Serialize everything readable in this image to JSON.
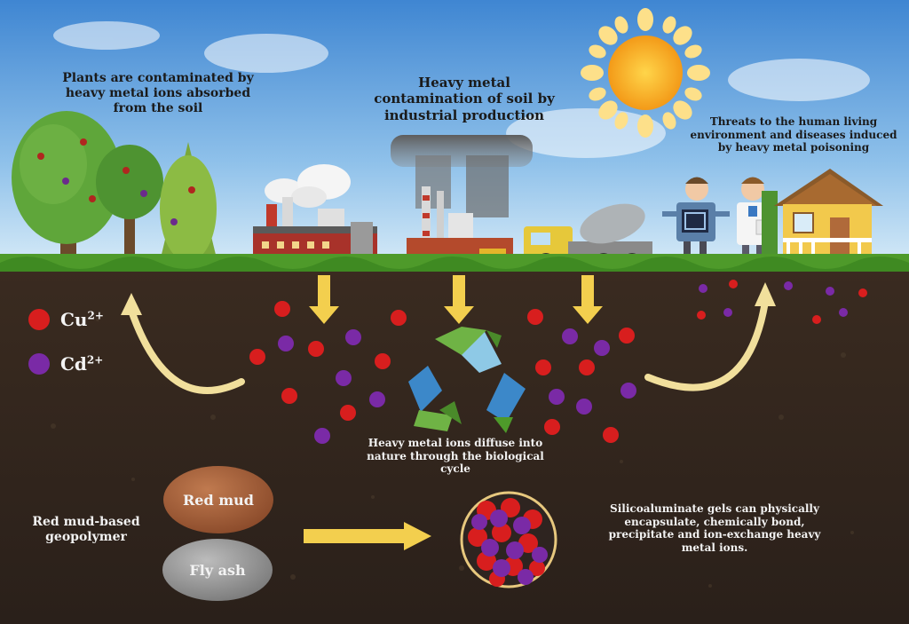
{
  "labels": {
    "plants": "Plants are contaminated by heavy metal ions absorbed from the soil",
    "industry": "Heavy metal contamination of soil by industrial production",
    "threats": "Threats to the human living environment and diseases induced by heavy metal poisoning",
    "diffuse": "Heavy metal ions diffuse into nature through the biological cycle",
    "gels": "Silicoaluminate gels can physically encapsulate, chemically bond, precipitate and ion-exchange heavy metal ions.",
    "geopolymer": "Red mud-based geopolymer"
  },
  "materials": {
    "red_mud": "Red mud",
    "fly_ash": "Fly ash"
  },
  "legend": {
    "cu": {
      "base": "Cu",
      "charge": "2+",
      "color": "#d81e1e"
    },
    "cd": {
      "base": "Cd",
      "charge": "2+",
      "color": "#7a2aa6"
    }
  },
  "colors": {
    "sky_top": "#4a8fd6",
    "sky_bottom": "#cfe6f6",
    "soil": "#2f241d",
    "grass": "#4e9a2a",
    "arrow_yellow": "#f3cf4e",
    "sun": "#f7a21c"
  }
}
